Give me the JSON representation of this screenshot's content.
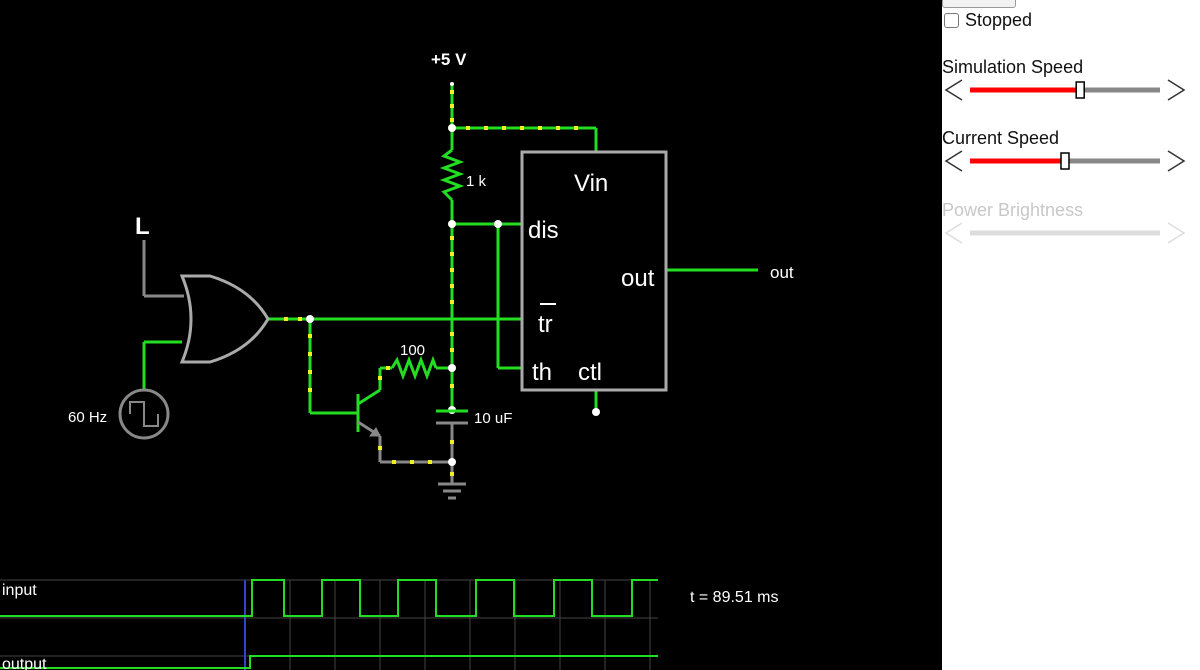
{
  "circuit": {
    "supply_label": "+5 V",
    "r1_label": "1 k",
    "r2_label": "100",
    "cap_label": "10 uF",
    "logic_input_label": "L",
    "source_label": "60 Hz",
    "output_label": "out",
    "chip": {
      "vin": "Vin",
      "dis": "dis",
      "out": "out",
      "tr": "tr",
      "th": "th",
      "ctl": "ctl"
    }
  },
  "scope": {
    "input_label": "input",
    "output_label": "output",
    "time_readout": "t = 89.51 ms"
  },
  "panel": {
    "stopped_label": "Stopped",
    "stopped_checked": false,
    "sim_speed_label": "Simulation Speed",
    "sim_speed_value": 0.58,
    "current_speed_label": "Current Speed",
    "current_speed_value": 0.5,
    "power_brightness_label": "Power Brightness",
    "power_brightness_enabled": false
  },
  "colors": {
    "wire": "#22dd22",
    "current_dot": "#f0f020",
    "component": "#aaaaaa",
    "slider_fill": "#ff0000",
    "slider_track": "#888888"
  }
}
